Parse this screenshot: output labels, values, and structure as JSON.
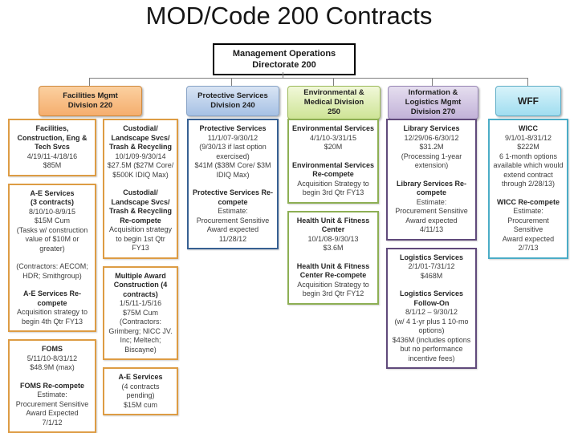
{
  "title": "MOD/Code 200 Contracts",
  "root": {
    "line1": "Management Operations",
    "line2": "Directorate 200"
  },
  "connector_color": "#7f7f7f",
  "divisions": [
    {
      "id": "facilities",
      "header": [
        "Facilities Mgmt",
        "Division 220"
      ],
      "colors": {
        "fill_top": "#FBD0A0",
        "fill_bottom": "#F5AE6E",
        "border": "#CE8A3F",
        "box_border": "#DD9C44"
      },
      "columns": [
        [
          {
            "lines": [
              {
                "t": "Facilities, Construction, Eng & Tech Svcs",
                "b": true
              },
              {
                "t": "4/19/11-4/18/16"
              },
              {
                "t": "$85M"
              }
            ]
          },
          {
            "lines": [
              {
                "t": "A-E Services",
                "b": true
              },
              {
                "t": "(3 contracts)",
                "b": true
              },
              {
                "t": "8/10/10-8/9/15"
              },
              {
                "t": "$15M Cum"
              },
              {
                "t": "(Tasks w/ construction value of $10M or greater)"
              },
              {
                "t": ""
              },
              {
                "t": "(Contractors: AECOM; HDR; Smithgroup)"
              },
              {
                "t": ""
              },
              {
                "t": "A-E Services Re-compete",
                "b": true
              },
              {
                "t": "Acquisition strategy to begin 4th Qtr FY13"
              }
            ]
          },
          {
            "lines": [
              {
                "t": "FOMS",
                "b": true
              },
              {
                "t": "5/11/10-8/31/12"
              },
              {
                "t": "$48.9M (max)"
              },
              {
                "t": ""
              },
              {
                "t": "FOMS Re-compete",
                "b": true
              },
              {
                "t": "Estimate:"
              },
              {
                "t": "Procurement Sensitive"
              },
              {
                "t": "Award Expected"
              },
              {
                "t": "7/1/12"
              }
            ]
          }
        ],
        [
          {
            "lines": [
              {
                "t": "Custodial/ Landscape Svcs/ Trash & Recycling",
                "b": true
              },
              {
                "t": "10/1/09-9/30/14"
              },
              {
                "t": "$27.5M ($27M Core/ $500K IDIQ Max)"
              },
              {
                "t": ""
              },
              {
                "t": "Custodial/ Landscape Svcs/ Trash & Recycling Re-compete",
                "b": true
              },
              {
                "t": "Acquisition strategy to begin 1st Qtr FY13"
              }
            ]
          },
          {
            "lines": [
              {
                "t": "Multiple Award Construction (4 contracts)",
                "b": true
              },
              {
                "t": "1/5/11-1/5/16"
              },
              {
                "t": "$75M Cum"
              },
              {
                "t": "(Contractors: Grimberg; NICC JV. Inc; Meltech; Biscayne)"
              }
            ]
          },
          {
            "lines": [
              {
                "t": "A-E Services",
                "b": true
              },
              {
                "t": "(4 contracts pending)"
              },
              {
                "t": "$15M cum"
              }
            ]
          }
        ]
      ]
    },
    {
      "id": "protective",
      "header": [
        "Protective Services",
        "Division 240"
      ],
      "colors": {
        "fill_top": "#D9E5F4",
        "fill_bottom": "#A6C1E4",
        "border": "#88A3C6",
        "box_border": "#376092"
      },
      "columns": [
        [
          {
            "lines": [
              {
                "t": "Protective Services",
                "b": true
              },
              {
                "t": "11/1/07-9/30/12"
              },
              {
                "t": "(9/30/13 if last option exercised)"
              },
              {
                "t": "$41M ($38M Core/ $3M IDIQ Max)"
              },
              {
                "t": ""
              },
              {
                "t": "Protective Services Re-compete",
                "b": true
              },
              {
                "t": "Estimate:"
              },
              {
                "t": "Procurement Sensitive"
              },
              {
                "t": "Award expected"
              },
              {
                "t": "11/28/12"
              }
            ]
          }
        ]
      ]
    },
    {
      "id": "environmental",
      "header": [
        "Environmental &",
        "Medical Division",
        "250"
      ],
      "colors": {
        "fill_top": "#F1F8D9",
        "fill_bottom": "#CEE496",
        "border": "#9CB95A",
        "box_border": "#8DAF54"
      },
      "columns": [
        [
          {
            "lines": [
              {
                "t": "Environmental Services",
                "b": true
              },
              {
                "t": "4/1/10-3/31/15"
              },
              {
                "t": "$20M"
              },
              {
                "t": ""
              },
              {
                "t": "Environmental Services Re-compete",
                "b": true
              },
              {
                "t": "Acquisition Strategy to begin 3rd Qtr FY13"
              }
            ]
          },
          {
            "lines": [
              {
                "t": "Health Unit & Fitness Center",
                "b": true
              },
              {
                "t": "10/1/08-9/30/13"
              },
              {
                "t": "$3.6M"
              },
              {
                "t": ""
              },
              {
                "t": "Health Unit & Fitness Center Re-compete",
                "b": true
              },
              {
                "t": "Acquisition Strategy to begin 3rd Qtr FY12"
              }
            ]
          }
        ]
      ]
    },
    {
      "id": "information",
      "header": [
        "Information &",
        "Logistics Mgmt",
        "Division 270"
      ],
      "colors": {
        "fill_top": "#E5DEEF",
        "fill_bottom": "#C2B2D8",
        "border": "#9786B4",
        "box_border": "#604A7B"
      },
      "columns": [
        [
          {
            "lines": [
              {
                "t": "Library Services",
                "b": true
              },
              {
                "t": "12/29/06-6/30/12"
              },
              {
                "t": "$31.2M"
              },
              {
                "t": "(Processing 1-year extension)"
              },
              {
                "t": ""
              },
              {
                "t": "Library Services Re-compete",
                "b": true
              },
              {
                "t": "Estimate:"
              },
              {
                "t": "Procurement Sensitive"
              },
              {
                "t": "Award expected"
              },
              {
                "t": "4/11/13"
              }
            ]
          },
          {
            "lines": [
              {
                "t": "Logistics Services",
                "b": true
              },
              {
                "t": "2/1/01-7/31/12"
              },
              {
                "t": "$468M"
              },
              {
                "t": ""
              },
              {
                "t": "Logistics Services Follow-On",
                "b": true
              },
              {
                "t": "8/1/12 – 9/30/12"
              },
              {
                "t": "(w/ 4 1-yr plus 1 10-mo options)"
              },
              {
                "t": "$436M (includes options but no performance incentive fees)"
              }
            ]
          }
        ]
      ]
    },
    {
      "id": "wff",
      "header": [
        "WFF"
      ],
      "colors": {
        "fill_top": "#D8F3FA",
        "fill_bottom": "#A0DDF0",
        "border": "#62AFC8",
        "box_border": "#4BACC6"
      },
      "columns": [
        [
          {
            "lines": [
              {
                "t": "WICC",
                "b": true
              },
              {
                "t": "9/1/01-8/31/12"
              },
              {
                "t": "$222M"
              },
              {
                "t": "6 1-month options available which would extend contract through 2/28/13)"
              },
              {
                "t": ""
              },
              {
                "t": "WICC Re-compete",
                "b": true
              },
              {
                "t": "Estimate:"
              },
              {
                "t": "Procurement Sensitive"
              },
              {
                "t": "Award expected"
              },
              {
                "t": "2/7/13"
              }
            ]
          }
        ]
      ]
    }
  ]
}
